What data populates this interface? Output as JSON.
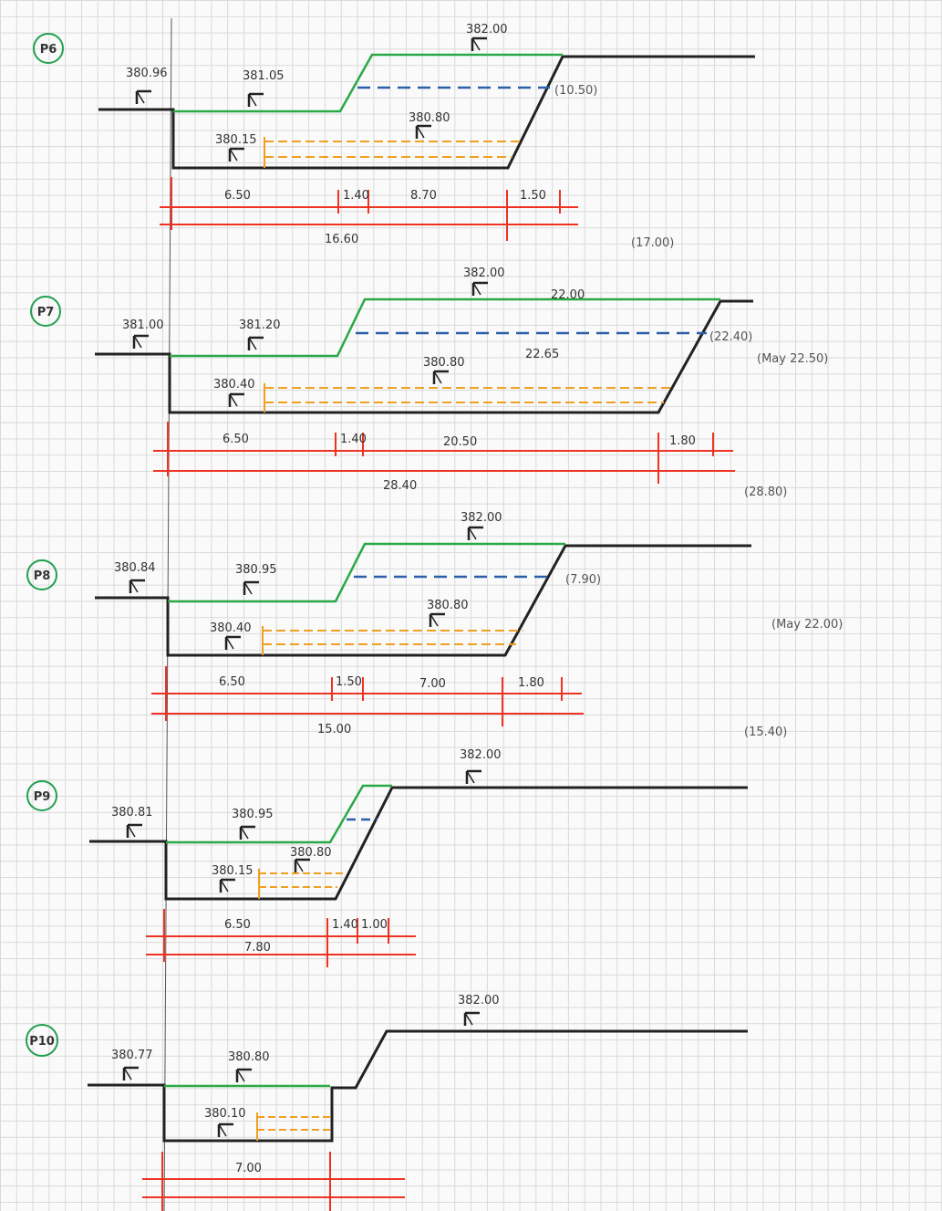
{
  "sections": [
    {
      "id": "P6",
      "levels": {
        "left": "380.96",
        "berm": "381.05",
        "top": "382.00",
        "bottom": "380.15",
        "fill": "380.80"
      },
      "note_water": "(10.50)",
      "dims_upper": [
        "6.50",
        "1.40",
        "8.70",
        "1.50"
      ],
      "dim_total": "16.60",
      "note_side": "(17.00)",
      "note_side2": "",
      "extra_top": ""
    },
    {
      "id": "P7",
      "levels": {
        "left": "381.00",
        "berm": "381.20",
        "top": "382.00",
        "bottom": "380.40",
        "fill": "380.80"
      },
      "note_water": "(22.40)",
      "dims_upper": [
        "6.50",
        "1.40",
        "20.50",
        "1.80"
      ],
      "dim_total": "28.40",
      "note_side": "(28.80)",
      "note_side2": "(May 22.50)",
      "extra_top": "22.00",
      "extra_mid": "22.65"
    },
    {
      "id": "P8",
      "levels": {
        "left": "380.84",
        "berm": "380.95",
        "top": "382.00",
        "bottom": "380.40",
        "fill": "380.80"
      },
      "note_water": "(7.90)",
      "dims_upper": [
        "6.50",
        "1.50",
        "7.00",
        "1.80"
      ],
      "dim_total": "15.00",
      "note_side": "(15.40)",
      "note_side2": "(May 22.00)",
      "extra_top": ""
    },
    {
      "id": "P9",
      "levels": {
        "left": "380.81",
        "berm": "380.95",
        "top": "382.00",
        "bottom": "380.15",
        "fill": "380.80"
      },
      "dims_upper": [
        "6.50",
        "1.40",
        "1.00"
      ],
      "dim_total": "7.80"
    },
    {
      "id": "P10",
      "levels": {
        "left": "380.77",
        "berm": "380.80",
        "top": "382.00",
        "bottom": "380.10"
      },
      "dims_upper": [
        "7.00"
      ]
    }
  ],
  "colors": {
    "ground": "#222222",
    "excavation": "#2aa845",
    "water": "#2b5fa8",
    "fill": "#f0a020",
    "dimension": "#ee3322",
    "label_circle": "#22a050"
  }
}
